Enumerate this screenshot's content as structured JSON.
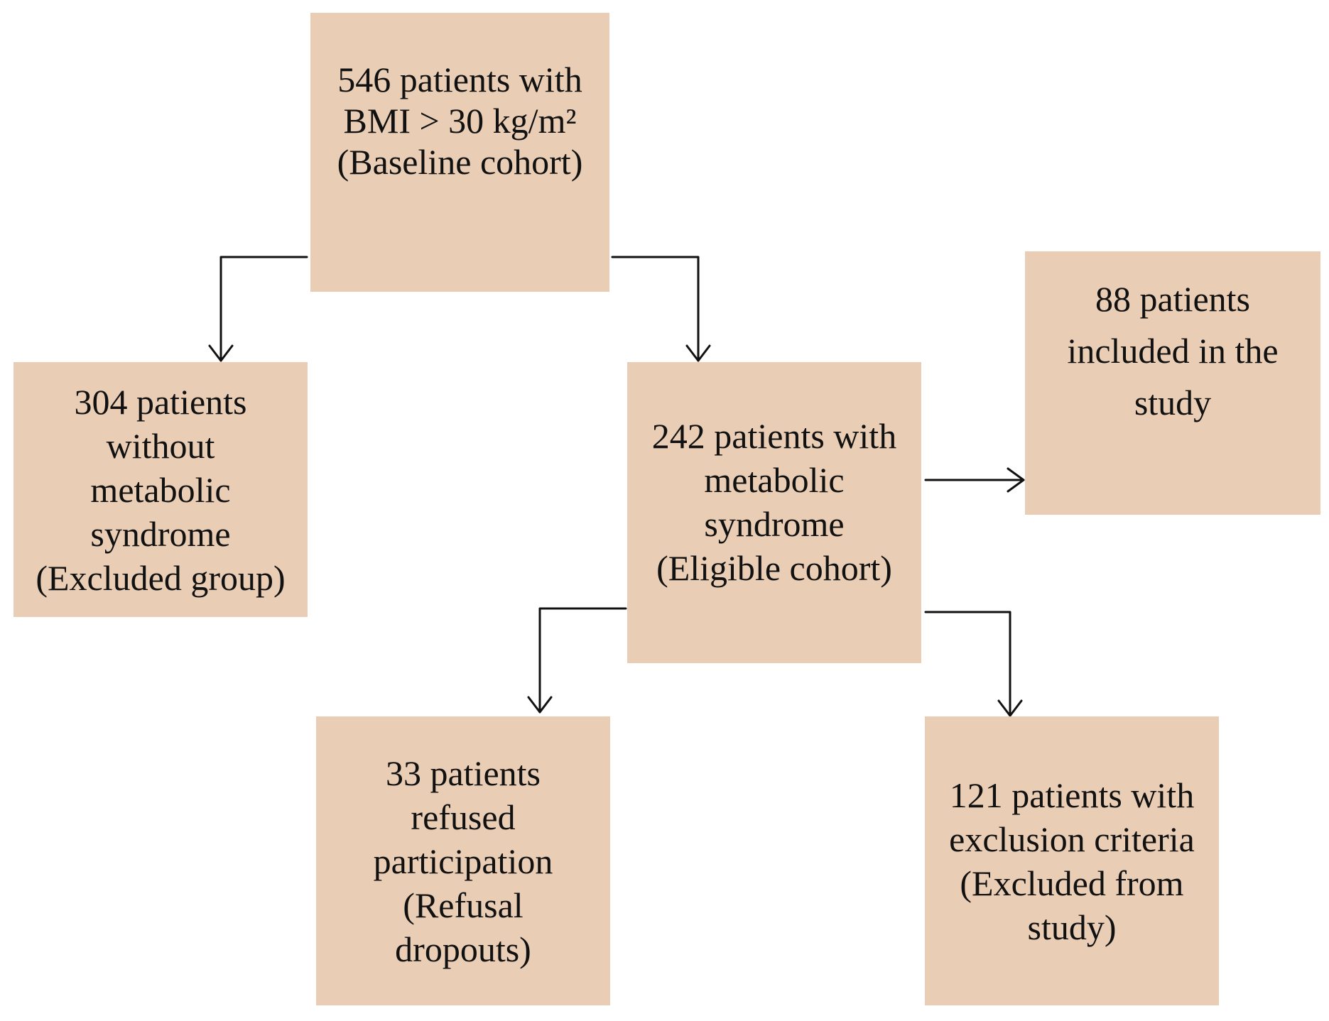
{
  "diagram": {
    "box_color": "#e9cdb4",
    "arrow_color": "#111111",
    "nodes": {
      "baseline": {
        "lines": [
          "546 patients with",
          "BMI > 30 kg/m²",
          "(Baseline cohort)"
        ]
      },
      "excluded_group": {
        "lines": [
          "304 patients",
          "without",
          "metabolic",
          "syndrome",
          "(Excluded group)"
        ]
      },
      "eligible": {
        "lines": [
          "242 patients with",
          "metabolic",
          "syndrome",
          "(Eligible cohort)"
        ]
      },
      "included": {
        "lines": [
          "88 patients",
          "included in the",
          "study"
        ]
      },
      "refusal": {
        "lines": [
          "33 patients",
          "refused",
          "participation",
          "(Refusal",
          "dropouts)"
        ]
      },
      "exclusion": {
        "lines": [
          "121 patients with",
          "exclusion criteria",
          "(Excluded from",
          "study)"
        ]
      }
    }
  }
}
